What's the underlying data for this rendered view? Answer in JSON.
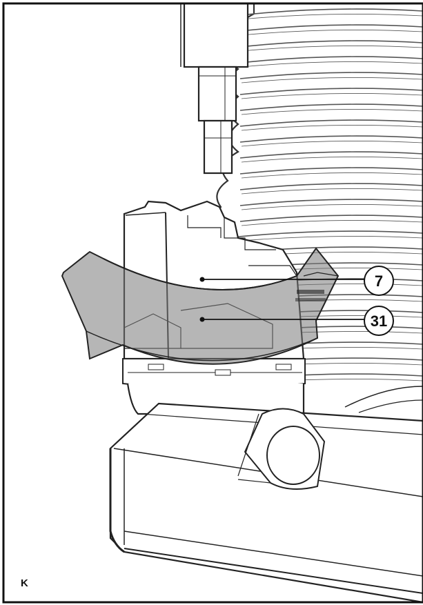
{
  "figure": {
    "panel_letter": "K",
    "rotation_arrow": "rotate-both-directions",
    "callouts": [
      {
        "label": "7"
      },
      {
        "label": "31"
      }
    ]
  }
}
